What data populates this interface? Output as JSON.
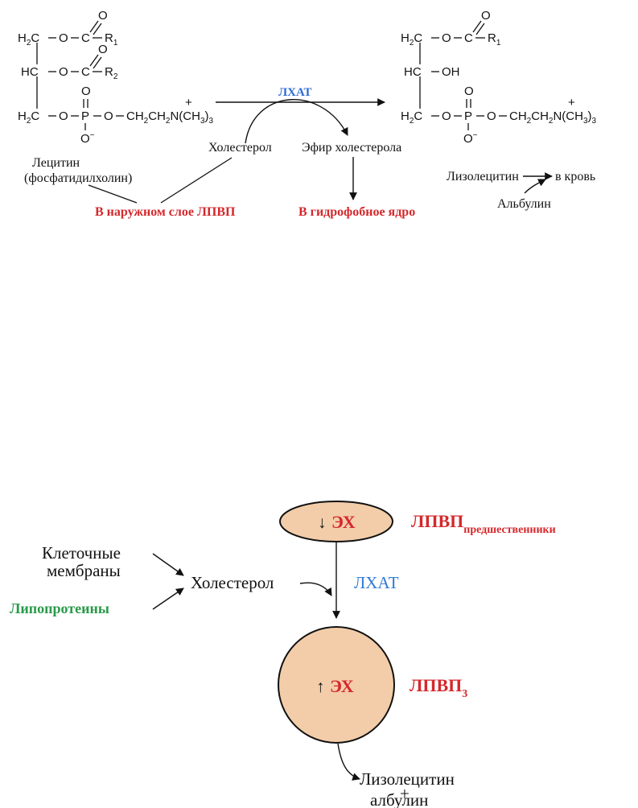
{
  "top": {
    "lecithin": {
      "row1": {
        "h2c": "H",
        "h2c_sub": "2",
        "h2c_c": "C",
        "o1": "O",
        "c": "C",
        "r": "R",
        "r_sub": "1",
        "dbl_o": "O"
      },
      "row2": {
        "hc": "HC",
        "o1": "O",
        "c": "C",
        "r": "R",
        "r_sub": "2",
        "dbl_o": "O"
      },
      "row3": {
        "h2c": "H",
        "h2c_sub": "2",
        "h2c_c": "C",
        "o1": "O",
        "p": "P",
        "o2": "O",
        "chain": "CH",
        "chain_sub1": "2",
        "chain2": "CH",
        "chain_sub2": "2",
        "n": "N(CH",
        "n_sub": "3",
        "n_end": ")",
        "n_sub2": "3",
        "plus": "+",
        "p_top": "O",
        "p_bottom": "O",
        "p_minus": "−"
      },
      "name_line1": "Лецитин",
      "name_line2": "(фосфатидилхолин)"
    },
    "enzyme": "ЛХАТ",
    "cholesterol": "Холестерол",
    "cholesterol_ester": "Эфир холестерола",
    "outer_layer": "В наружном слое ЛПВП",
    "hydrophobic_core": "В гидрофобное ядро",
    "lysolecithin": {
      "row1": {
        "h2c": "H",
        "h2c_sub": "2",
        "h2c_c": "C",
        "o1": "O",
        "c": "C",
        "r": "R",
        "r_sub": "1",
        "dbl_o": "O"
      },
      "row2": {
        "hc": "HC",
        "oh": "OH"
      },
      "row3": {
        "h2c": "H",
        "h2c_sub": "2",
        "h2c_c": "C",
        "o1": "O",
        "p": "P",
        "o2": "O",
        "chain": "CH",
        "chain_sub1": "2",
        "chain2": "CH",
        "chain_sub2": "2",
        "n": "N(CH",
        "n_sub": "3",
        "n_end": ")",
        "n_sub2": "3",
        "plus": "+",
        "p_top": "O",
        "p_bottom": "O",
        "p_minus": "−"
      }
    },
    "lyso_label": "Лизолецитин",
    "to_blood": "в кровь",
    "albumin": "Альбулин"
  },
  "bottom": {
    "cell_membranes_line1": "Клеточные",
    "cell_membranes_line2": "мембраны",
    "lipoproteins": "Липопротеины",
    "cholesterol": "Холестерол",
    "enzyme": "ЛХАТ",
    "precursor_ce": "ЭХ",
    "precursor_arrow": "↓",
    "precursor_label": "ЛПВП",
    "precursor_sub": "предшественники",
    "mature_ce": "ЭХ",
    "mature_arrow": "↑",
    "mature_label": "ЛПВП",
    "mature_sub": "3",
    "lysolecithin": "Лизолецитин",
    "plus": "+",
    "albumin": "албулин"
  },
  "colors": {
    "red": "#d5282c",
    "blue": "#2d6bd6",
    "green": "#2a9a4a",
    "particle_fill": "#f3cda9"
  }
}
